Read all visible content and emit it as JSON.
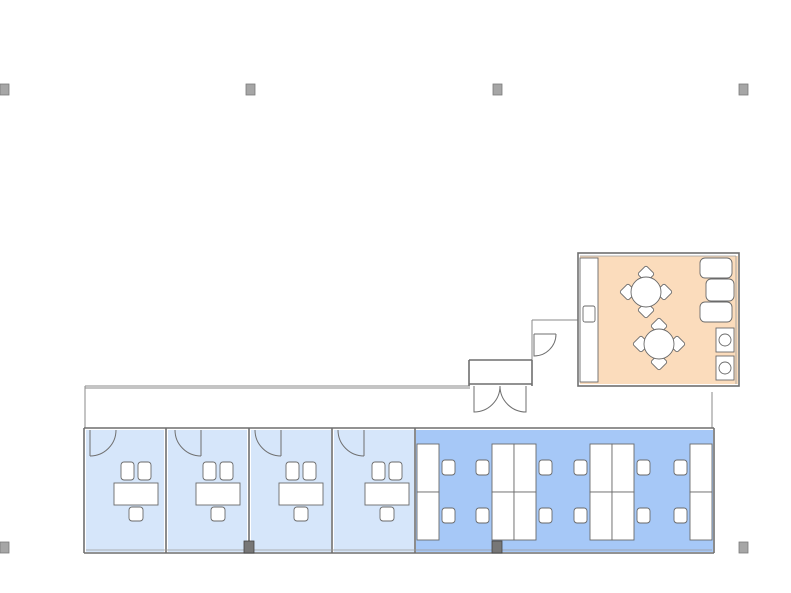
{
  "colors": {
    "private_office": "#d6e6fa",
    "open_office": "#a6c8f7",
    "break_room": "#fbdcbc",
    "wall": "#6f6f6f",
    "wall_dark": "#3c3c3c",
    "column": "#a6a6a6",
    "furniture_fill": "#ffffff",
    "furniture_line": "#6a6a6a"
  },
  "rooms": [
    {
      "id": "private-office-1",
      "type": "private_office"
    },
    {
      "id": "private-office-2",
      "type": "private_office"
    },
    {
      "id": "private-office-3",
      "type": "private_office"
    },
    {
      "id": "private-office-4",
      "type": "private_office"
    },
    {
      "id": "open-office",
      "type": "open_office"
    },
    {
      "id": "break-room",
      "type": "break_room"
    }
  ]
}
